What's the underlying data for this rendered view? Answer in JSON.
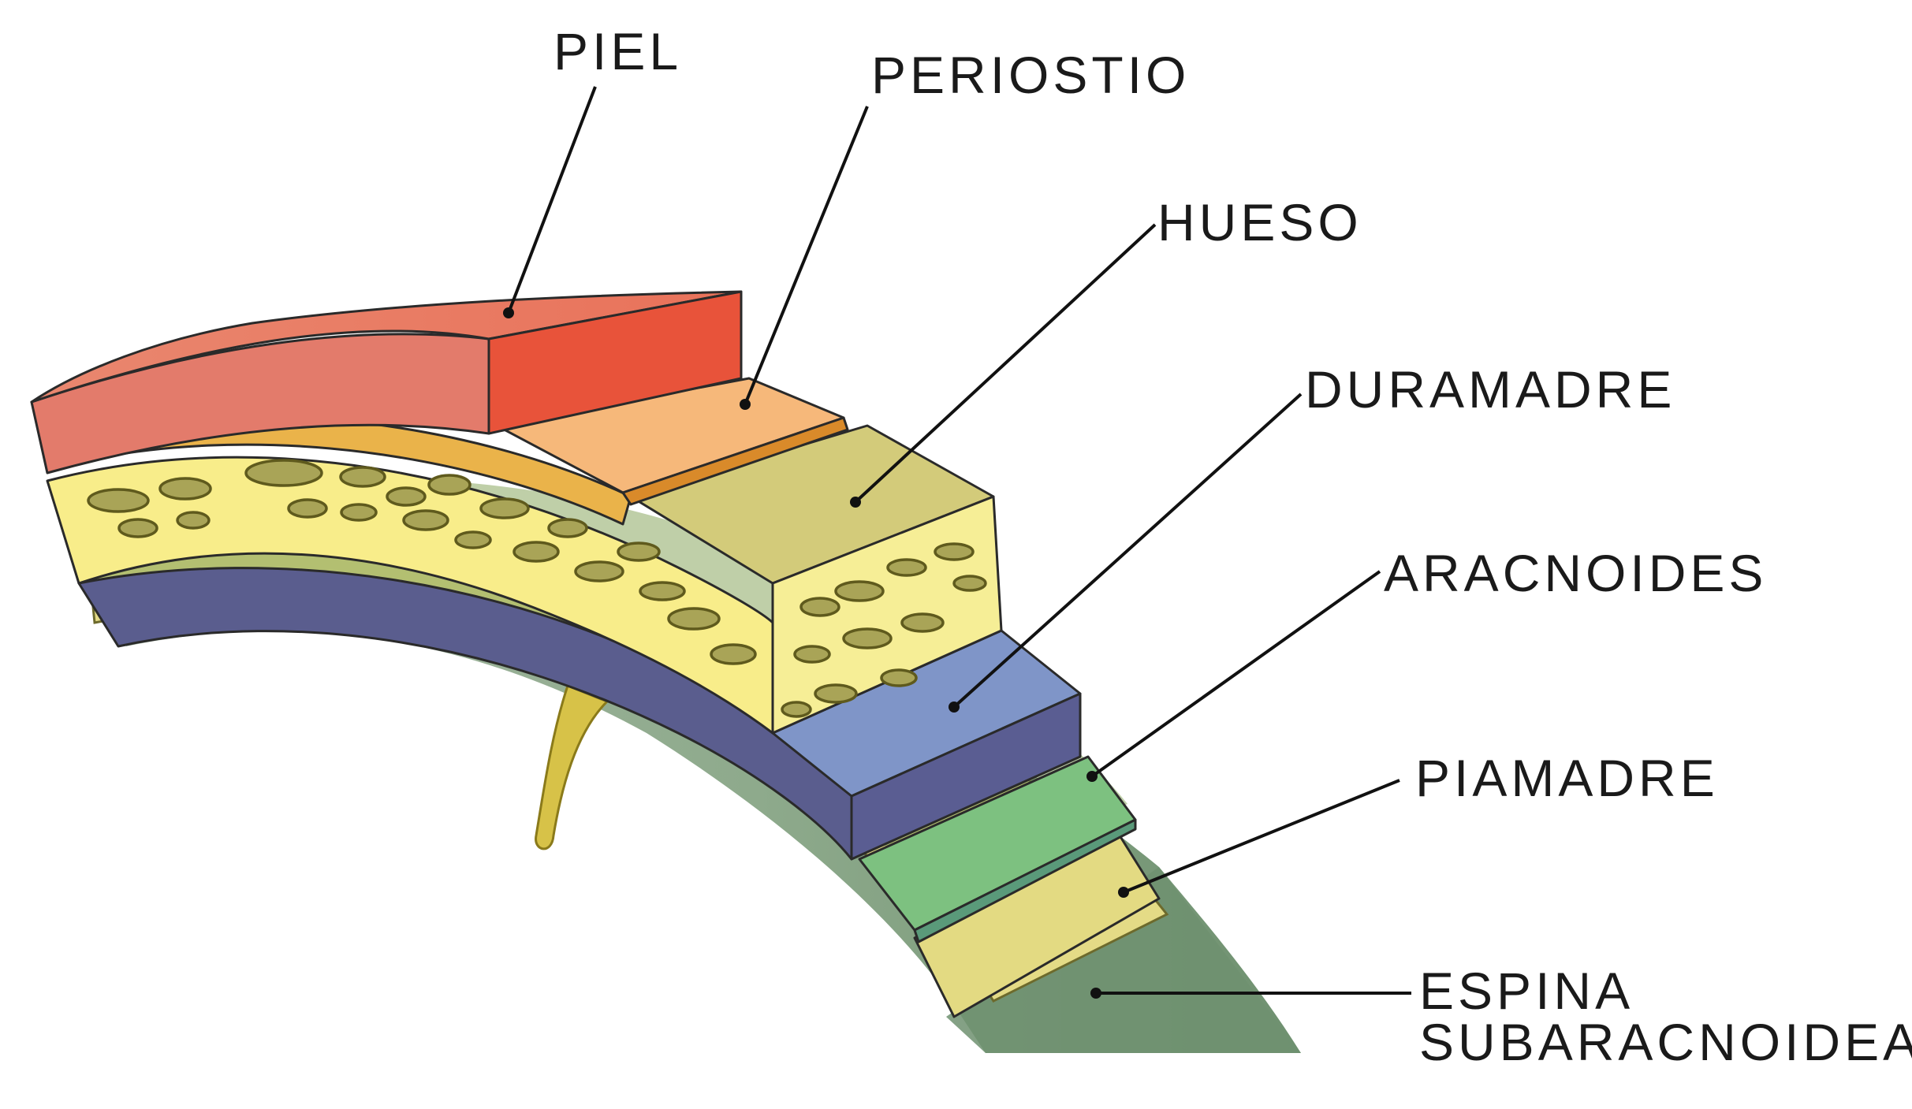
{
  "labels": {
    "piel": "PIEL",
    "periostio": "PERIOSTIO",
    "hueso": "HUESO",
    "duramadre": "DURAMADRE",
    "aracnoides": "ARACNOIDES",
    "piamadre": "PIAMADRE",
    "espina_line1": "ESPINA",
    "espina_line2": "SUBARACNOIDEA"
  },
  "colors": {
    "piel": "#e8533a",
    "periostio": "#f6b87a",
    "hueso": "#f8ed8a",
    "duramadre": "#7f95c8",
    "aracnoides": "#7dc180",
    "piamadre": "#e6dc7e",
    "brain": "#7f9c7e"
  }
}
